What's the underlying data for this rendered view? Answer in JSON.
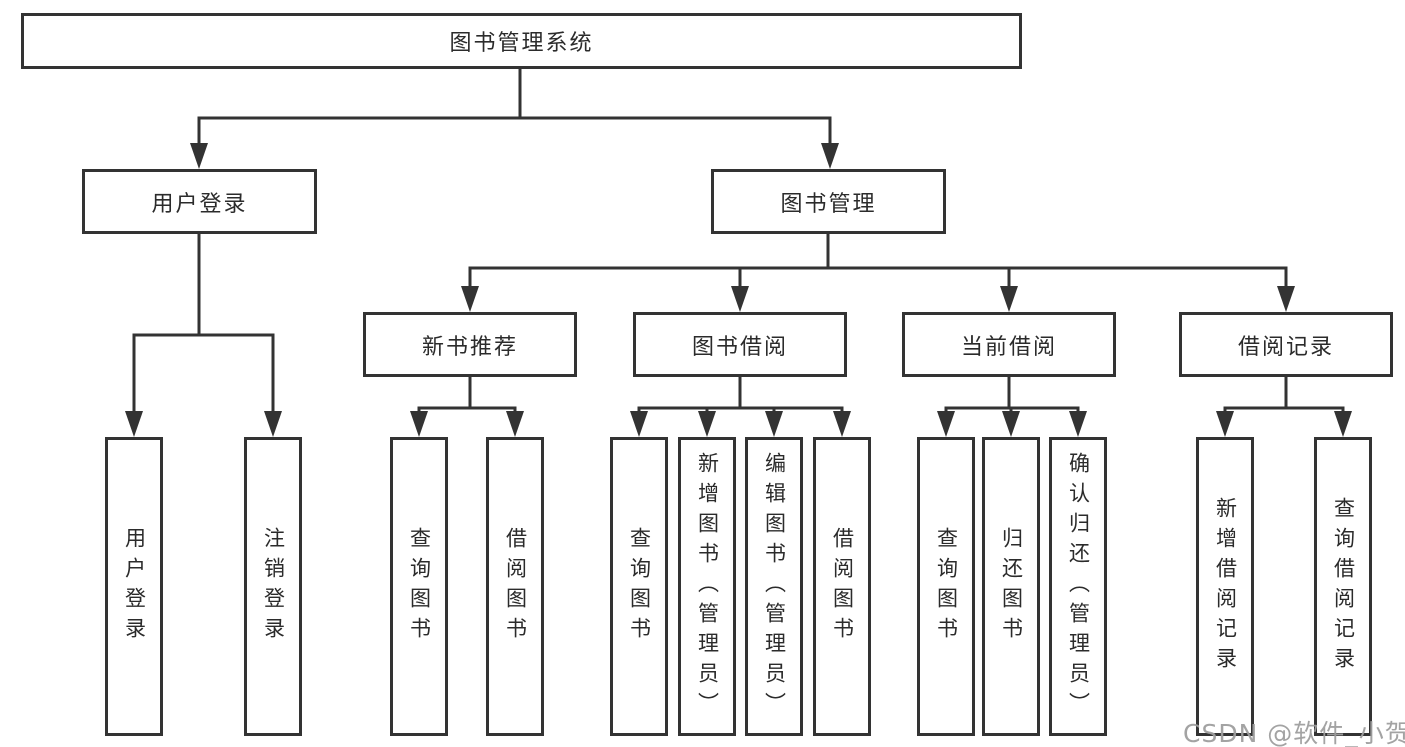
{
  "colors": {
    "line": "#333333",
    "box_border": "#333333",
    "box_fill": "#ffffff",
    "text": "#2b2b2b",
    "watermark": "#9e9e9e",
    "background": "#ffffff"
  },
  "tree": {
    "root": {
      "label": "图书管理系统"
    },
    "level2": [
      {
        "label": "用户登录"
      },
      {
        "label": "图书管理"
      }
    ],
    "level3": [
      {
        "label": "新书推荐"
      },
      {
        "label": "图书借阅"
      },
      {
        "label": "当前借阅"
      },
      {
        "label": "借阅记录"
      }
    ],
    "leaves": {
      "user_login": [
        {
          "label": "用户登录"
        },
        {
          "label": "注销登录"
        }
      ],
      "new_book_recommend": [
        {
          "label": "查询图书"
        },
        {
          "label": "借阅图书"
        }
      ],
      "book_borrow": [
        {
          "label": "查询图书"
        },
        {
          "label": "新增图书（管理员）"
        },
        {
          "label": "编辑图书（管理员）"
        },
        {
          "label": "借阅图书"
        }
      ],
      "current_borrow": [
        {
          "label": "查询图书"
        },
        {
          "label": "归还图书"
        },
        {
          "label": "确认归还（管理员）"
        }
      ],
      "borrow_records": [
        {
          "label": "新增借阅记录"
        },
        {
          "label": "查询借阅记录"
        }
      ]
    }
  },
  "watermark": "CSDN @软件_小贺同学"
}
